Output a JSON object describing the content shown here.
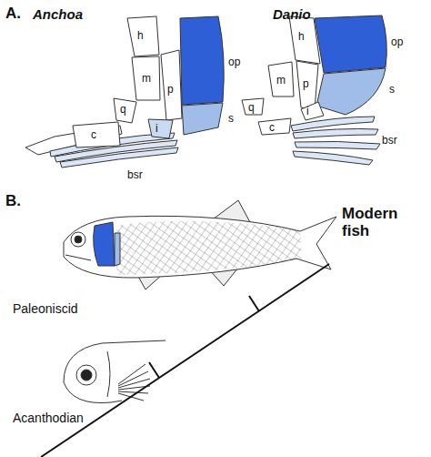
{
  "diagram": {
    "labels": [
      "A.",
      "Anchoa",
      "Danio",
      "h",
      "m",
      "op",
      "q",
      "p",
      "i",
      "s",
      "c",
      "bsr",
      "h",
      "op",
      "m",
      "p",
      "s",
      "q",
      "i",
      "c",
      "bsr",
      "B.",
      "Modern fish",
      "Paleoniscid",
      "Acanthodian"
    ]
  }
}
